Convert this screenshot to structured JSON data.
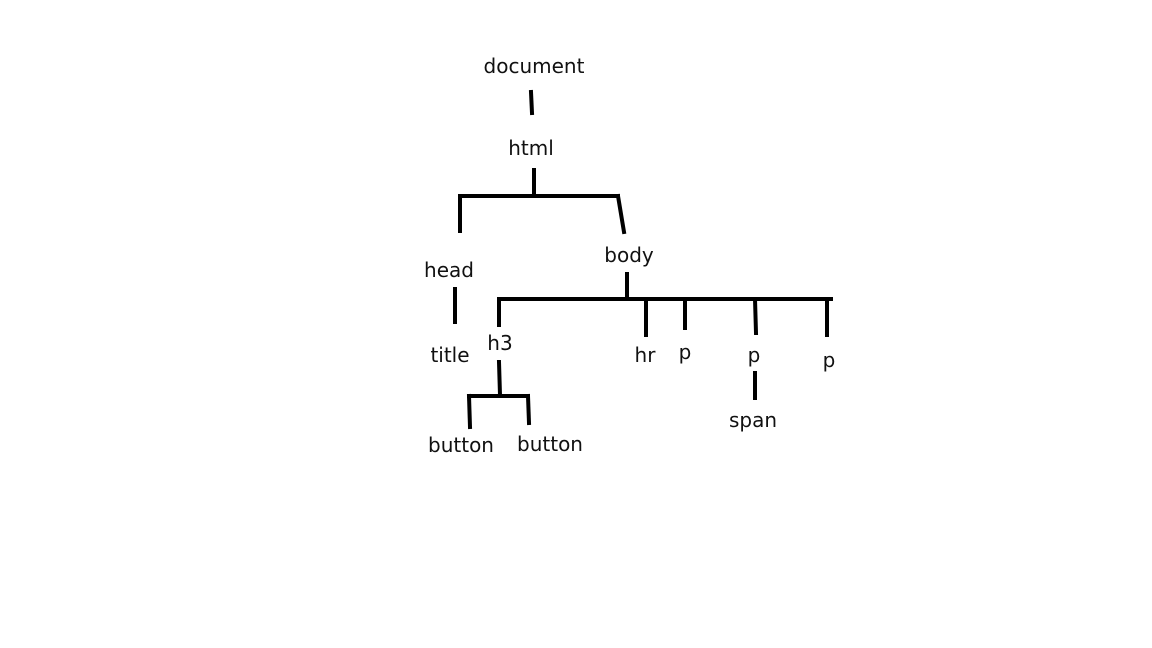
{
  "tree": {
    "nodes": [
      {
        "id": "document",
        "label": "document"
      },
      {
        "id": "html",
        "label": "html"
      },
      {
        "id": "head",
        "label": "head"
      },
      {
        "id": "body",
        "label": "body"
      },
      {
        "id": "title",
        "label": "title"
      },
      {
        "id": "h3",
        "label": "h3"
      },
      {
        "id": "hr",
        "label": "hr"
      },
      {
        "id": "p1",
        "label": "p"
      },
      {
        "id": "p2",
        "label": "p"
      },
      {
        "id": "p3",
        "label": "p"
      },
      {
        "id": "span",
        "label": "span"
      },
      {
        "id": "button1",
        "label": "button"
      },
      {
        "id": "button2",
        "label": "button"
      }
    ],
    "edges": [
      [
        "document",
        "html"
      ],
      [
        "html",
        "head"
      ],
      [
        "html",
        "body"
      ],
      [
        "head",
        "title"
      ],
      [
        "body",
        "h3"
      ],
      [
        "body",
        "hr"
      ],
      [
        "body",
        "p1"
      ],
      [
        "body",
        "p2"
      ],
      [
        "body",
        "p3"
      ],
      [
        "p2",
        "span"
      ],
      [
        "h3",
        "button1"
      ],
      [
        "h3",
        "button2"
      ]
    ],
    "colors": {
      "line": "#000000",
      "text": "#111111",
      "background": "#ffffff"
    }
  }
}
